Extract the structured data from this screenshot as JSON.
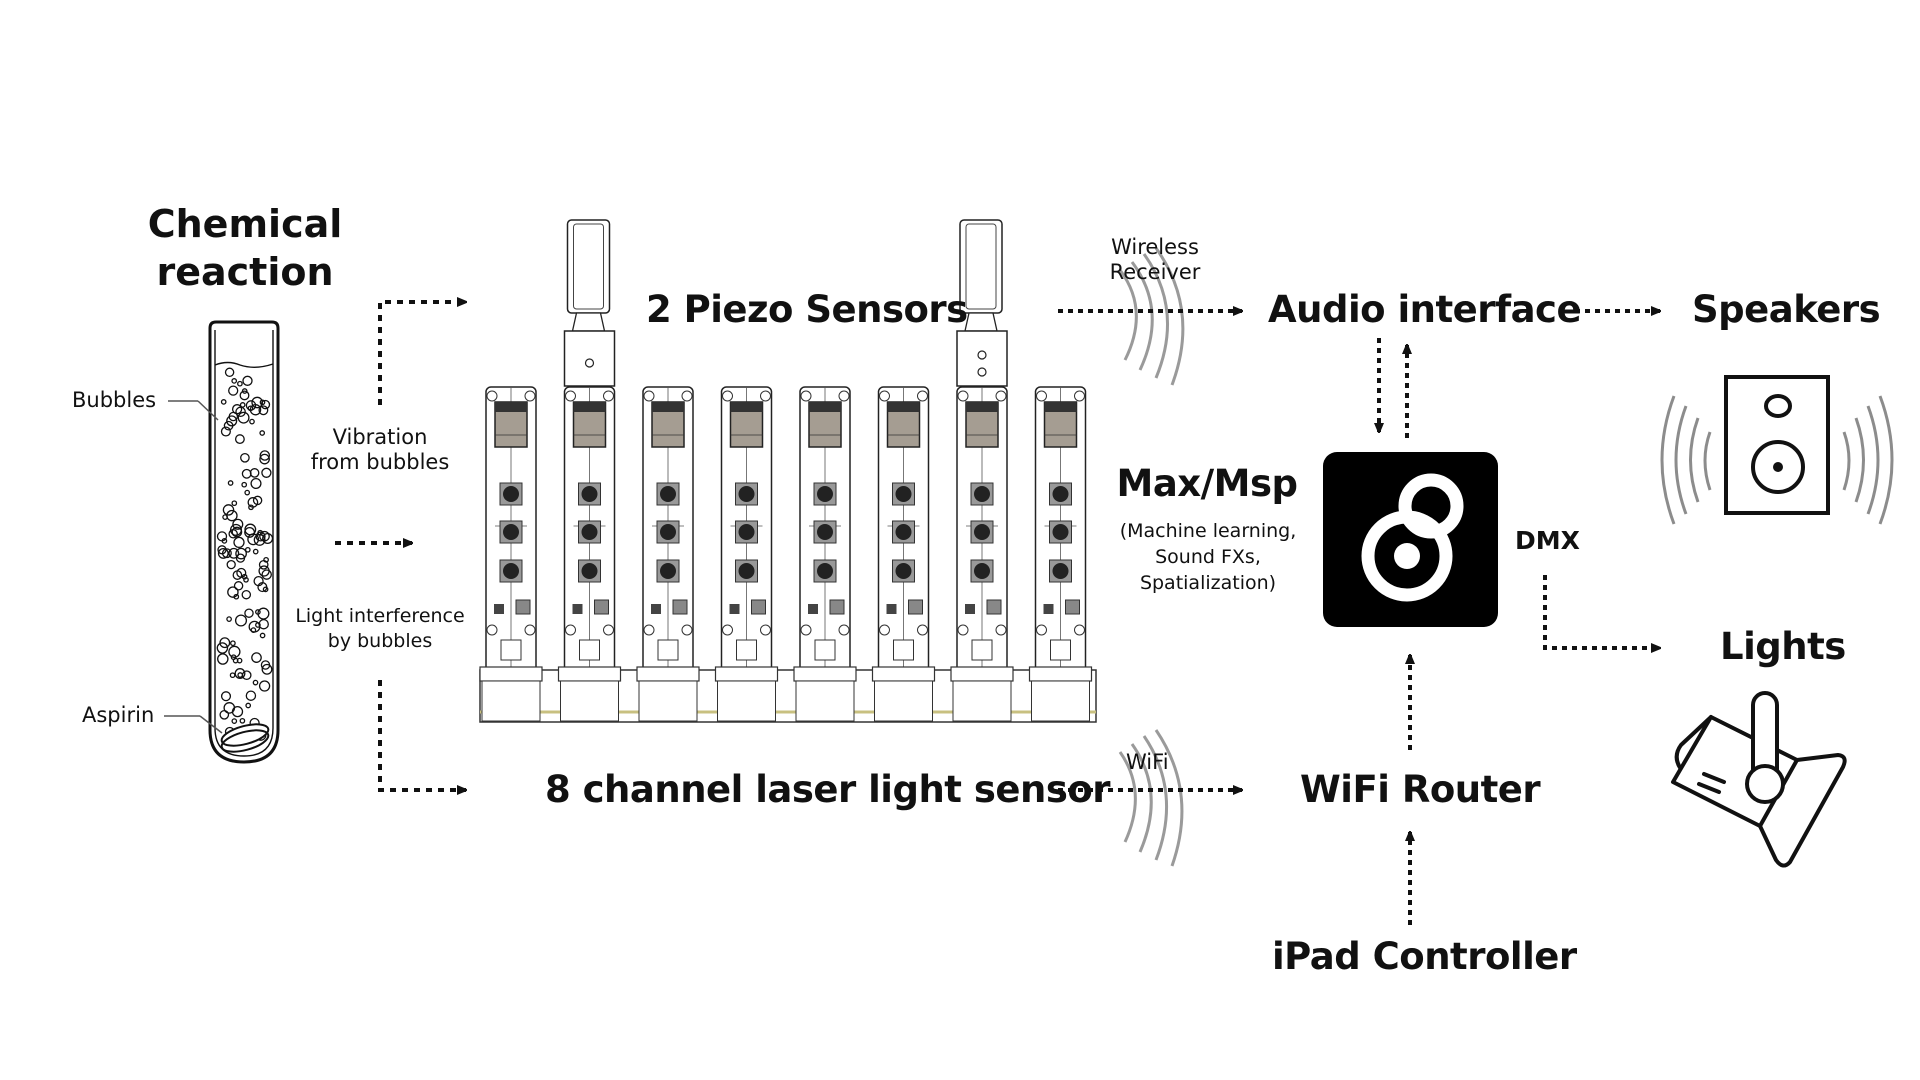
{
  "diagram": {
    "title": "Bubble-driven sensor audio/light installation signal flow",
    "source": {
      "title_line1": "Chemical",
      "title_line2": "reaction",
      "callouts": {
        "bubbles": "Bubbles",
        "aspirin": "Aspirin"
      }
    },
    "inputs": {
      "vibration_line1": "Vibration",
      "vibration_line2": "from bubbles",
      "light_line1": "Light interference",
      "light_line2": "by bubbles"
    },
    "sensors": {
      "piezo": "2 Piezo Sensors",
      "laser": "8 channel laser light sensor",
      "module_count": 8,
      "piezo_count": 2
    },
    "links": {
      "wireless_line1": "Wireless",
      "wireless_line2": "Receiver",
      "wifi": "WiFi",
      "dmx": "DMX"
    },
    "nodes": {
      "audio_interface": "Audio interface",
      "speakers": "Speakers",
      "lights": "Lights",
      "wifi_router": "WiFi Router",
      "ipad": "iPad Controller",
      "max_title": "Max/Msp",
      "max_desc_line1": "(Machine learning,",
      "max_desc_line2": "Sound FXs,",
      "max_desc_line3": "Spatialization)"
    },
    "edges": [
      {
        "from": "Chemical reaction",
        "to": "2 Piezo Sensors",
        "label": "Vibration from bubbles"
      },
      {
        "from": "Chemical reaction",
        "to": "8 channel laser light sensor",
        "label": "Light interference by bubbles"
      },
      {
        "from": "2 Piezo Sensors",
        "to": "Audio interface",
        "label": "Wireless Receiver"
      },
      {
        "from": "8 channel laser light sensor",
        "to": "WiFi Router",
        "label": "WiFi"
      },
      {
        "from": "Audio interface",
        "to": "Speakers",
        "label": ""
      },
      {
        "from": "Audio interface",
        "to": "Max/Msp",
        "label": ""
      },
      {
        "from": "Max/Msp",
        "to": "Audio interface",
        "label": ""
      },
      {
        "from": "WiFi Router",
        "to": "Max/Msp",
        "label": ""
      },
      {
        "from": "iPad Controller",
        "to": "WiFi Router",
        "label": ""
      },
      {
        "from": "Max/Msp",
        "to": "Lights",
        "label": "DMX"
      }
    ],
    "colors": {
      "ink": "#111111",
      "wave": "#8c8c8c",
      "chip": "#a59d92",
      "logo_bg": "#000000"
    }
  }
}
